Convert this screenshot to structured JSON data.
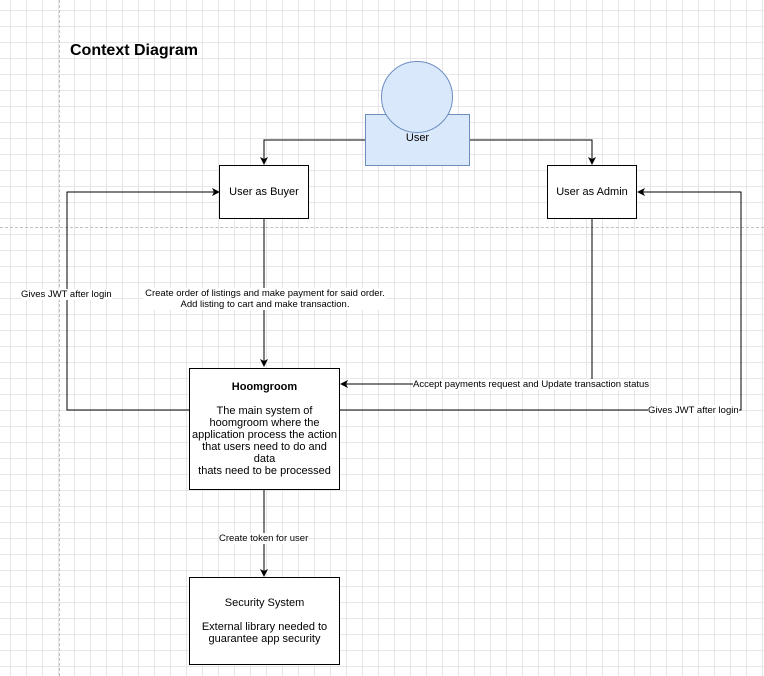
{
  "title": "Context Diagram",
  "actor": {
    "label": "User"
  },
  "nodes": {
    "buyer": {
      "label": "User as Buyer"
    },
    "admin": {
      "label": "User as Admin"
    },
    "system": {
      "name": "Hoomgroom",
      "description": [
        "The main system of",
        "hoomgroom where the",
        "application process the action",
        "that users need to do and data",
        "thats need to be processed"
      ]
    },
    "security": {
      "name": "Security System",
      "description": [
        "External library needed to",
        "guarantee app security"
      ]
    }
  },
  "edges": {
    "buyer_to_system": [
      "Create order of listings and make payment for said order.",
      "Add listing to cart and make transaction."
    ],
    "system_to_buyer": "Gives JWT after login",
    "admin_to_system": "Accept payments request and Update transaction status",
    "system_to_admin": "Gives JWT after login",
    "system_to_security": "Create token for user"
  },
  "colors": {
    "actor_fill": "#dae8fc",
    "actor_stroke": "#6c8ebf",
    "line": "#000000"
  }
}
